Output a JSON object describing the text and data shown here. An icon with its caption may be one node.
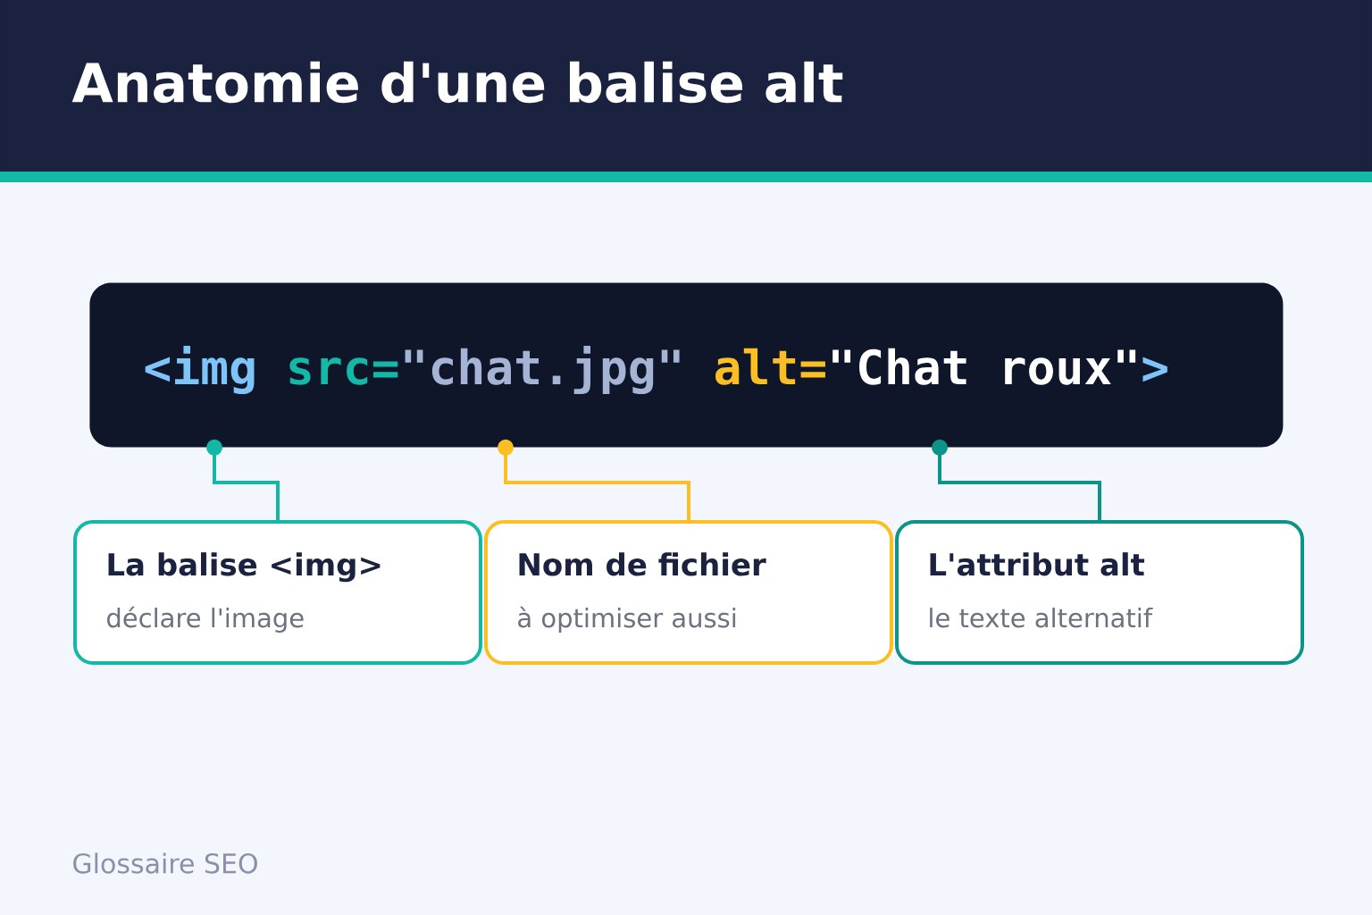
{
  "diagram": {
    "title": "Anatomie d'une balise alt",
    "nodes": [
      {
        "text": [
          "<img",
          "src=",
          "\"chat.jpg\"",
          "alt=",
          "\"Chat roux\"",
          ">"
        ]
      },
      {
        "text": [
          "La balise <img>",
          "déclare l'image"
        ]
      },
      {
        "text": [
          "Nom de fichier",
          "à optimiser aussi"
        ]
      },
      {
        "text": [
          "L'attribut alt",
          "le texte alternatif"
        ]
      }
    ],
    "edges": [
      {
        "from": 1,
        "to": 0,
        "arrow": "other",
        "color": "#14b8a6"
      },
      {
        "from": 2,
        "to": 0,
        "arrow": "other",
        "color": "#fbbf24"
      },
      {
        "from": 3,
        "to": 0,
        "arrow": "other",
        "color": "#0d9488"
      }
    ],
    "labels": [
      "Glossaire SEO"
    ]
  }
}
